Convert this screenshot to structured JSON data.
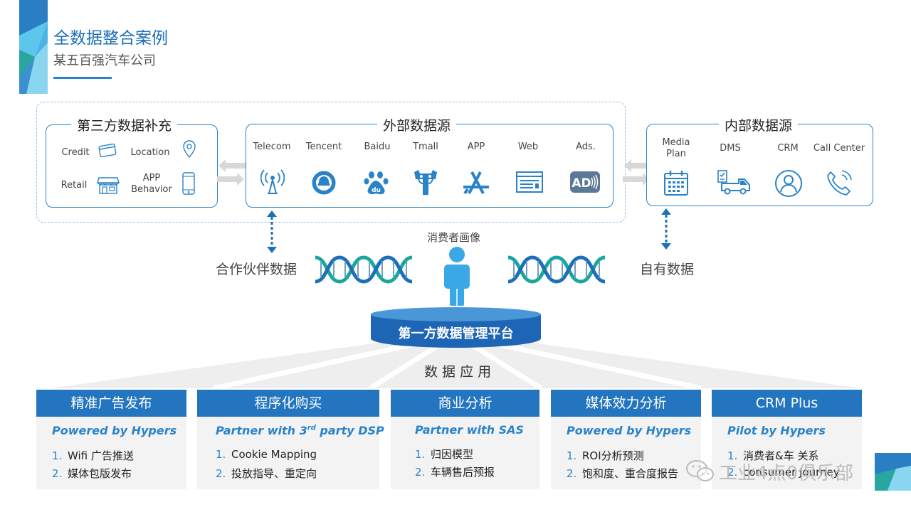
{
  "header": {
    "title": "全数据整合案例",
    "subtitle": "某五百强汽车公司"
  },
  "third_party": {
    "title": "第三方数据补充",
    "items": [
      {
        "label": "Credit",
        "icon": "credit-card-icon"
      },
      {
        "label": "Location",
        "icon": "location-pin-icon"
      },
      {
        "label": "Retail",
        "icon": "store-icon"
      },
      {
        "label": "APP Behavior",
        "icon": "mobile-phone-icon"
      }
    ]
  },
  "external": {
    "title": "外部数据源",
    "items": [
      {
        "label": "Telecom",
        "icon": "antenna-icon"
      },
      {
        "label": "Tencent",
        "icon": "tencent-icon"
      },
      {
        "label": "Baidu",
        "icon": "baidu-icon"
      },
      {
        "label": "Tmall",
        "icon": "tmall-icon"
      },
      {
        "label": "APP",
        "icon": "app-store-icon"
      },
      {
        "label": "Web",
        "icon": "browser-icon"
      },
      {
        "label": "Ads.",
        "icon": "ad-icon"
      }
    ]
  },
  "internal": {
    "title": "内部数据源",
    "items": [
      {
        "label": "Media Plan",
        "icon": "calendar-icon"
      },
      {
        "label": "DMS",
        "icon": "truck-icon"
      },
      {
        "label": "CRM",
        "icon": "user-circle-icon"
      },
      {
        "label": "Call Center",
        "icon": "phone-icon"
      }
    ]
  },
  "middle": {
    "partner_label": "合作伙伴数据",
    "own_label": "自有数据",
    "consumer_label": "消费者画像",
    "platform_label": "第一方数据管理平台",
    "apps_label": "数 据 应 用"
  },
  "cards": [
    {
      "title": "精准广告发布",
      "subtitle": "Powered by Hypers",
      "items": [
        "Wifi 广告推送",
        "媒体包版发布"
      ]
    },
    {
      "title": "程序化购买",
      "subtitle_main": "Partner with 3",
      "subtitle_sup": "rd",
      "subtitle_tail": " party DSP",
      "items": [
        "Cookie Mapping",
        "投放指导、重定向"
      ]
    },
    {
      "title": "商业分析",
      "subtitle": "Partner with SAS",
      "items": [
        "归因模型",
        "车辆售后预报"
      ]
    },
    {
      "title": "媒体效力分析",
      "subtitle": "Powered by Hypers",
      "items": [
        "ROI分析预测",
        "饱和度、重合度报告"
      ]
    },
    {
      "title": "CRM Plus",
      "subtitle": "Pilot by Hypers",
      "items": [
        "消费者&车 关系",
        "consumer Journey"
      ]
    }
  ],
  "watermark": "工业4点0俱乐部",
  "colors": {
    "accent": "#2a83c9",
    "card_header": "#2475c0",
    "dna_teal": "#1aa6a0",
    "dna_blue": "#1d6fb8"
  }
}
